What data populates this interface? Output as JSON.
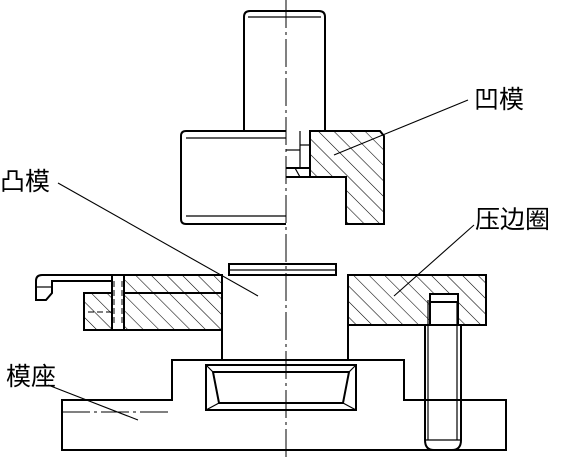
{
  "labels": {
    "die": "凹模",
    "punch": "凸模",
    "blank_holder": "压边圈",
    "die_base": "模座"
  }
}
